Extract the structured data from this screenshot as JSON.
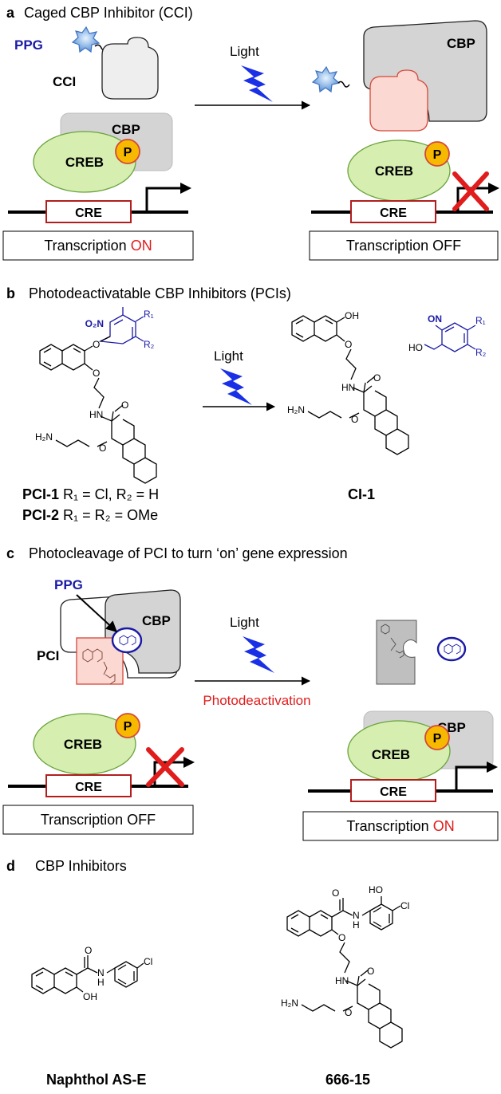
{
  "colors": {
    "blue": "#1a1aa6",
    "red": "#e01c1c",
    "cre_border": "#b21e1e",
    "creb_fill": "#d6efb0",
    "p_fill": "#f7b800",
    "cbp_fill": "#d4d4d4",
    "bolt": "#1a30e6"
  },
  "panel_a": {
    "letter": "a",
    "title": "Caged CBP Inhibitor (CCI)",
    "ppg": "PPG",
    "cci": "CCI",
    "light": "Light",
    "cbp": "CBP",
    "creb": "CREB",
    "p": "P",
    "cre": "CRE",
    "left_box_prefix": "Transcription ",
    "left_box_state": "ON",
    "right_box": "Transcription OFF"
  },
  "panel_b": {
    "letter": "b",
    "title": "Photodeactivatable CBP Inhibitors (PCIs)",
    "light": "Light",
    "no2": "O₂N",
    "r1": "R₁",
    "r2": "R₂",
    "o": "O",
    "hn": "HN",
    "h2n": "H₂N",
    "oh": "OH",
    "on": "ON",
    "ho": "HO",
    "pci1_name": "PCI-1",
    "pci1_desc": " R₁ = Cl, R₂ = H",
    "pci2_name": "PCI-2",
    "pci2_desc": " R₁ = R₂ = OMe",
    "ci1": "CI-1"
  },
  "panel_c": {
    "letter": "c",
    "title": "Photocleavage of PCI to turn ‘on’ gene expression",
    "ppg": "PPG",
    "pci": "PCI",
    "cbp": "CBP",
    "light": "Light",
    "photodeactivation": "Photodeactivation",
    "creb": "CREB",
    "p": "P",
    "cre": "CRE",
    "left_box": "Transcription OFF",
    "right_box_prefix": "Transcription ",
    "right_box_state": "ON"
  },
  "panel_d": {
    "letter": "d",
    "title": "CBP Inhibitors",
    "h": "H",
    "n": "N",
    "o": "O",
    "oh": "OH",
    "ho": "HO",
    "cl": "Cl",
    "hn": "HN",
    "h2n": "H₂N",
    "compound1": "Naphthol AS-E",
    "compound2": "666-15"
  }
}
